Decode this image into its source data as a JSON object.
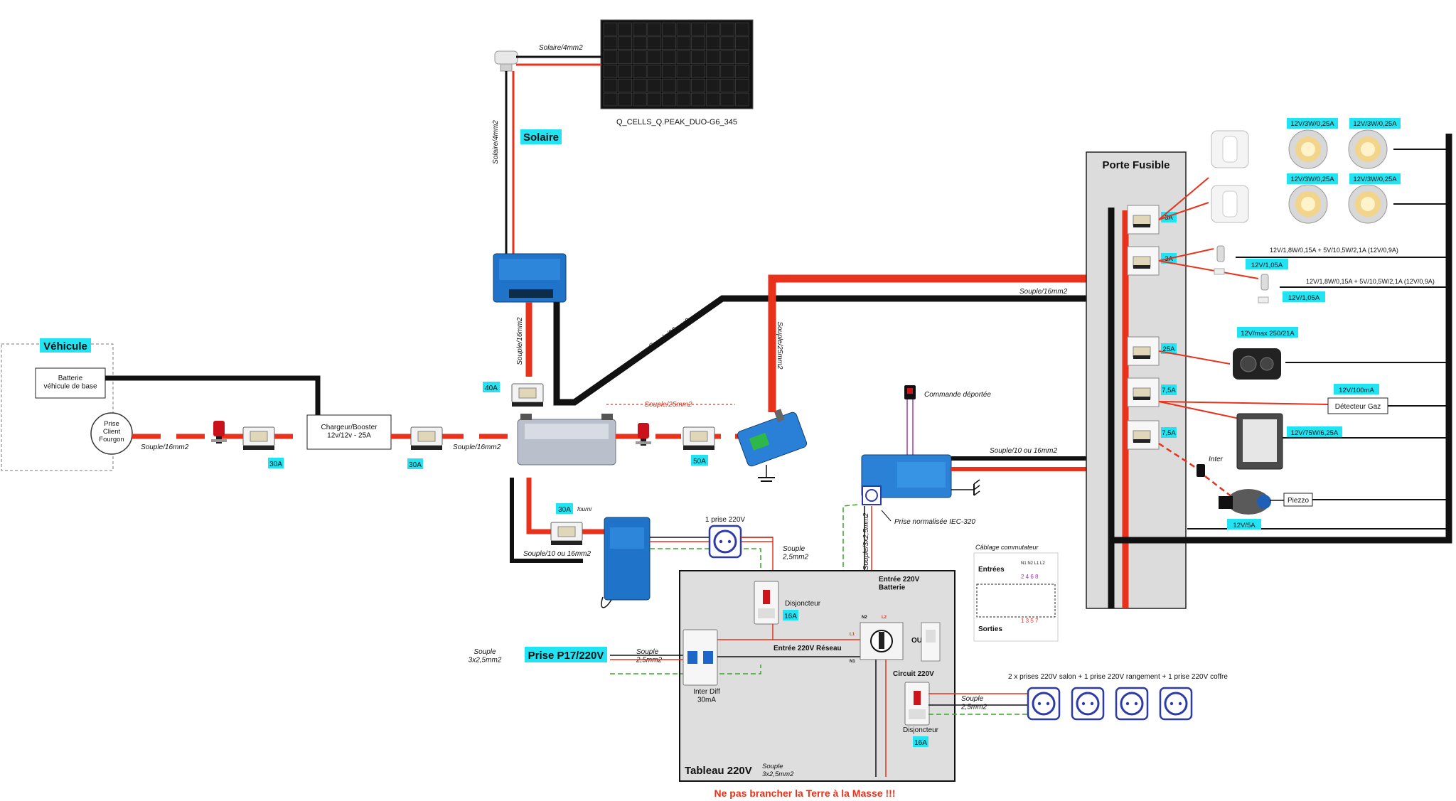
{
  "vehicle": {
    "title": "Véhicule",
    "battery": "Batterie\nvéhicule de base",
    "plug": "Prise\nClient\nFourgon",
    "wire1": "Souple/16mm2",
    "fuse1": "30A",
    "charger": "Chargeur/Booster\n12v/12v - 25A",
    "fuse2": "30A",
    "wire2": "Souple/16mm2"
  },
  "solar": {
    "panel_name": "Q_CELLS_Q.PEAK_DUO-G6_345",
    "wire_h": "Solaire/4mm2",
    "wire_v": "Solaire/4mm2",
    "title": "Solaire",
    "mppt_wire": "Souple/16mm2"
  },
  "battery_zone": {
    "fuse40": "40A",
    "wire25_label": "Souple/25mm2",
    "fuse50": "50A",
    "wire25_a": "Souple/25mm2",
    "wire25_b": "Souple/25mm2",
    "wire16": "Souple/16mm2",
    "fuse30": "30A",
    "fuse30_note": "fourni",
    "wire_10_16_a": "Souple/10 ou 16mm2",
    "wire_10_16_b": "Souple/10 ou 16mm2"
  },
  "inverter": {
    "remote": "Commande déportée",
    "iec": "Prise normalisée IEC-320",
    "wire_3x": "Souple/3x2,5mm2"
  },
  "fuse_box": {
    "title": "Porte Fusible",
    "fuses": [
      "3A",
      "3A",
      "25A",
      "7,5A",
      "7,5A"
    ]
  },
  "loads": {
    "lights": [
      "12V/3W/0,25A",
      "12V/3W/0,25A",
      "12V/3W/0,25A",
      "12V/3W/0,25A"
    ],
    "usb1": "12V/1,8W/0,15A + 5V/10,5W/2,1A (12V/0,9A)",
    "usb1_cur": "12V/1,05A",
    "usb2": "12V/1,8W/0,15A + 5V/10,5W/2,1A (12V/0,9A)",
    "usb2_cur": "12V/1,05A",
    "socket": "12V/max 250/21A",
    "gas_cur": "12V/100mA",
    "gas": "Détecteur Gaz",
    "fridge": "12V/75W/6,25A",
    "inter": "Inter",
    "piezo": "Piezzo",
    "pump": "12V/5A"
  },
  "ac": {
    "one_socket": "1 prise 220V",
    "souple_a": "Souple\n2,5mm2",
    "breaker1": "Disjoncteur",
    "breaker1_val": "16A",
    "p17_wire": "Souple\n3x2,5mm2",
    "p17": "Prise P17/220V",
    "p17_wire2": "Souple\n2,5mm2",
    "rcd": "Inter Diff\n30mA",
    "entry_grid": "Entrée 220V Réseau",
    "entry_batt": "Entrée 220V\nBatterie",
    "ou": "OU",
    "circuit": "Circuit 220V",
    "sockets_title": "2 x prises 220V salon  + 1 prise 220V rangement + 1 prise 220V coffre",
    "souple_b": "Souple\n2,5mm2",
    "breaker2": "Disjoncteur",
    "breaker2_val": "16A",
    "panel_title": "Tableau 220V",
    "panel_wire": "Souple\n3x2,5mm2",
    "warning": "Ne pas brancher la Terre à la Masse !!!",
    "switch_title": "Câblage commutateur",
    "entrees": "Entrées",
    "sorties": "Sorties",
    "l1": "L1",
    "l2": "L2",
    "n1": "N1",
    "n2": "N2"
  }
}
